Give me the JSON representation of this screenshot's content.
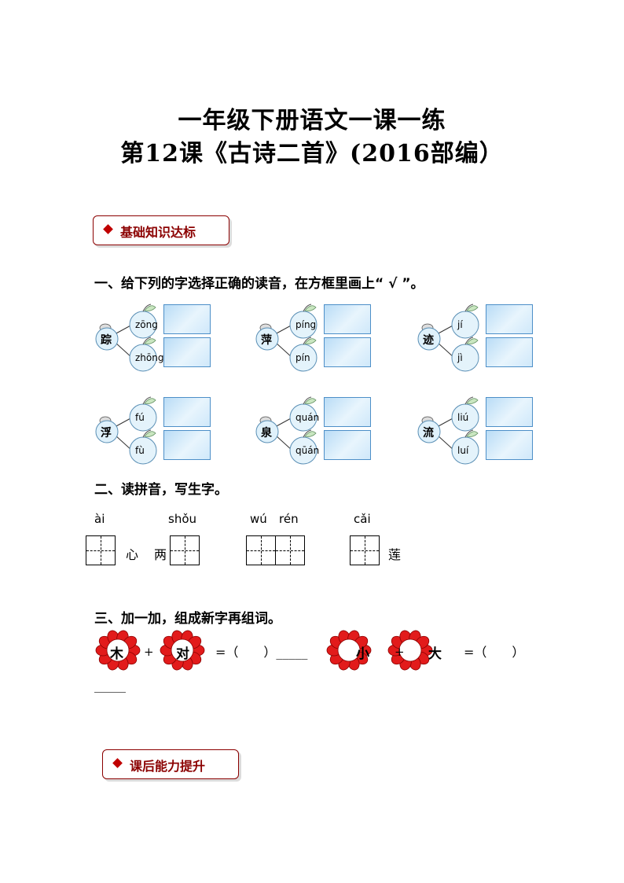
{
  "title": {
    "line1": "一年级下册语文一课一练",
    "line2": "第12课《古诗二首》(2016部编）"
  },
  "sections": {
    "basic": "基础知识达标",
    "after": "课后能力提升"
  },
  "q1": {
    "heading": "一、给下列的字选择正确的读音，在方框里画上“ √ ”。",
    "items": [
      {
        "char": "踪",
        "options": [
          "zōng",
          "zhōng"
        ]
      },
      {
        "char": "萍",
        "options": [
          "píng",
          "pín"
        ]
      },
      {
        "char": "迹",
        "options": [
          "jí",
          "jì"
        ]
      },
      {
        "char": "浮",
        "options": [
          "fú",
          "fù"
        ]
      },
      {
        "char": "泉",
        "options": [
          "quán",
          "qūán"
        ]
      },
      {
        "char": "流",
        "options": [
          "liú",
          "luí"
        ]
      }
    ]
  },
  "q2": {
    "heading": "二、读拼音，写生字。",
    "pinyin": [
      "ài",
      "shǒu",
      "wú",
      "rén",
      "cǎi"
    ],
    "chars": [
      "心",
      "两",
      "莲"
    ]
  },
  "q3": {
    "heading": "三、加一加，组成新字再组词。",
    "flowers": [
      "木",
      "对",
      "小",
      "大"
    ],
    "plus": "+",
    "eq1": "=（　　）_____",
    "eq2": "=（　　）",
    "blank": "_____"
  },
  "colors": {
    "accent": "#8b0000",
    "box_fill": "#cfe8fa",
    "flower": "#e21b1b"
  }
}
